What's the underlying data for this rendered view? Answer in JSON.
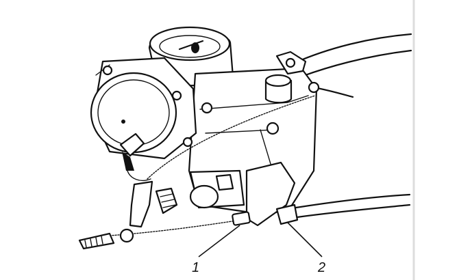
{
  "diagram": {
    "callouts": [
      {
        "id": "1",
        "label": "1"
      },
      {
        "id": "2",
        "label": "2"
      }
    ],
    "colors": {
      "ink": "#111111",
      "paper": "#ffffff"
    }
  }
}
